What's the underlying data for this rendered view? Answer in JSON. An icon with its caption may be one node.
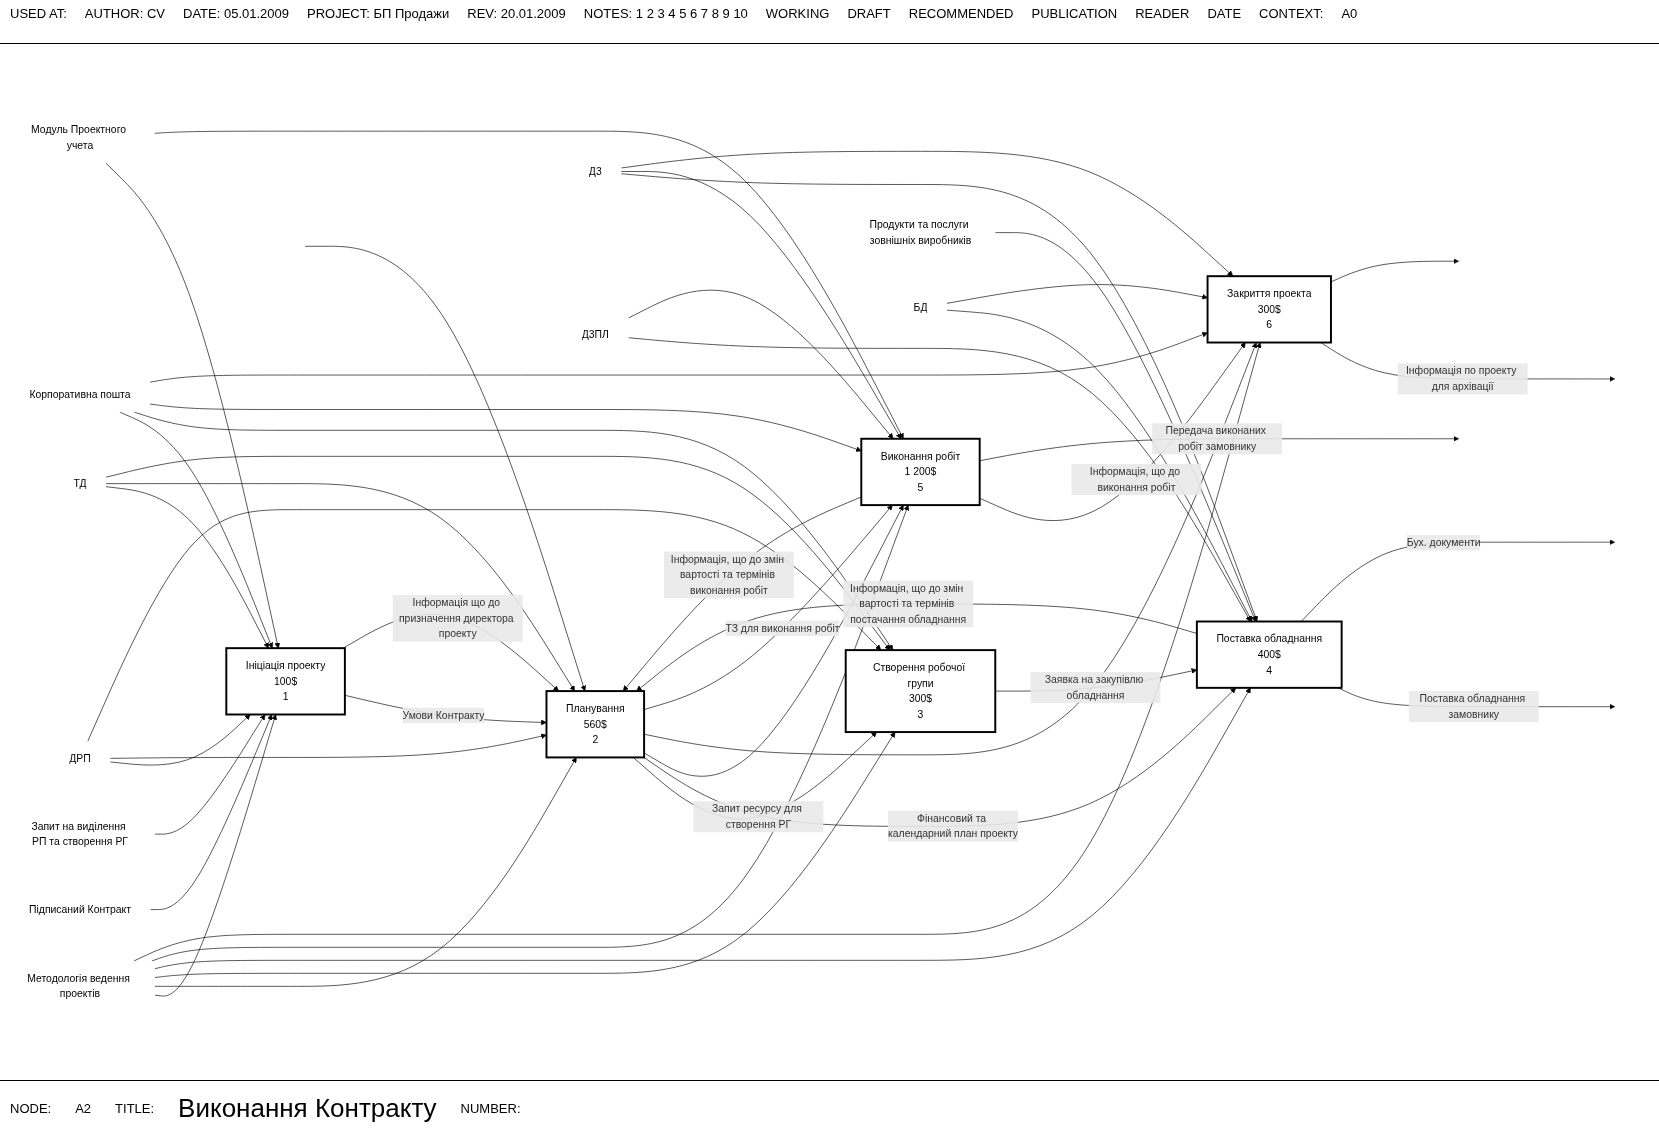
{
  "diagram": {
    "title": "Виконання Контракту",
    "nodes": [
      {
        "text": [
          "Ініціація проекту",
          "100$",
          "1"
        ]
      },
      {
        "text": [
          "Планування",
          "560$",
          "2"
        ]
      },
      {
        "text": [
          "Створення робочої групи",
          "300$",
          "3"
        ]
      },
      {
        "text": [
          "Поставка обладнання",
          "400$",
          "4"
        ]
      },
      {
        "text": [
          "Виконання робіт",
          "1 200$",
          "5"
        ]
      },
      {
        "text": [
          "Закриття проекта",
          "300$",
          "6"
        ]
      },
      {
        "text": [
          "Підписаний Контракт"
        ]
      },
      {
        "text": [
          "Запит на виділення РП та створення РГ"
        ]
      },
      {
        "text": [
          "Продукти та послуги зовнішніх виробників"
        ]
      },
      {
        "text": [
          "Методологія ведення проектів"
        ]
      },
      {
        "text": [
          "Модуль Проектного учета"
        ]
      },
      {
        "text": [
          "ДРП"
        ]
      },
      {
        "text": [
          "ТД"
        ]
      },
      {
        "text": [
          "Корпоративна пошта"
        ]
      },
      {
        "text": [
          "Д3"
        ]
      },
      {
        "text": [
          "Д3ПЛ"
        ]
      },
      {
        "text": [
          "БД"
        ]
      }
    ],
    "edges": [
      {
        "from": 6,
        "to": 0,
        "arrow": "to"
      },
      {
        "from": 7,
        "to": 0,
        "arrow": "to"
      },
      {
        "from": 8,
        "to": 3,
        "arrow": "to"
      },
      {
        "from": 9,
        "to": 0,
        "arrow": "to"
      },
      {
        "from": 9,
        "to": 1,
        "arrow": "to"
      },
      {
        "from": 9,
        "to": 2,
        "arrow": "to"
      },
      {
        "from": 9,
        "to": 3,
        "arrow": "to"
      },
      {
        "from": 9,
        "to": 4,
        "arrow": "to"
      },
      {
        "from": 9,
        "to": 5,
        "arrow": "to"
      },
      {
        "from": 0,
        "to": 1,
        "arrow": "to",
        "label": "Умови Контракту"
      },
      {
        "from": 0,
        "to": 1,
        "arrow": "to",
        "label": "Інформація що до призначення директора проекту"
      },
      {
        "from": 1,
        "to": 2,
        "arrow": "to",
        "label": "Запит ресурсу для створення РГ"
      },
      {
        "from": 1,
        "to": 3,
        "arrow": "to",
        "label": "Фінансовий та календарний план проекту"
      },
      {
        "from": 1,
        "to": 4,
        "arrow": "to"
      },
      {
        "from": 1,
        "to": 5,
        "arrow": "to"
      },
      {
        "from": 1,
        "to": 4,
        "arrow": "to",
        "label": "ТЗ для виконання робіт"
      },
      {
        "from": 2,
        "to": 3,
        "arrow": "to",
        "label": "Заявка на закупівлю обладнання"
      },
      {
        "from": 3,
        "to": null,
        "arrow": "to",
        "label": "Поставка обладнання замовнику"
      },
      {
        "from": 3,
        "to": null,
        "arrow": "to",
        "label": "Бух. документи"
      },
      {
        "from": 3,
        "to": 1,
        "arrow": "to",
        "label": "Інформація, що до змін вартості та термінів постачання обладнання"
      },
      {
        "from": 4,
        "to": 5,
        "arrow": "to",
        "label": "Інформація, що до виконання робіт"
      },
      {
        "from": 4,
        "to": null,
        "arrow": "to",
        "label": "Передача виконаних робіт замовнику"
      },
      {
        "from": 4,
        "to": 1,
        "arrow": "to",
        "label": "Інформація, що до змін вартості та термінів виконання робіт"
      },
      {
        "from": 5,
        "to": null,
        "arrow": "to",
        "label": "Інформація по проекту для архівації"
      },
      {
        "from": 5,
        "to": null,
        "arrow": "to"
      },
      {
        "from": 11,
        "to": 0,
        "arrow": "to"
      },
      {
        "from": 11,
        "to": 1,
        "arrow": "to"
      },
      {
        "from": 11,
        "to": 2,
        "arrow": "to"
      },
      {
        "from": 12,
        "to": 0,
        "arrow": "to"
      },
      {
        "from": 12,
        "to": 1,
        "arrow": "to"
      },
      {
        "from": 12,
        "to": 2,
        "arrow": "to"
      },
      {
        "from": 10,
        "to": 0,
        "arrow": "to"
      },
      {
        "from": 10,
        "to": 4,
        "arrow": "to"
      },
      {
        "from": 13,
        "to": 0,
        "arrow": "to"
      },
      {
        "from": 13,
        "to": 2,
        "arrow": "to"
      },
      {
        "from": 13,
        "to": 4,
        "arrow": "to"
      },
      {
        "from": 13,
        "to": 5,
        "arrow": "to"
      },
      {
        "from": null,
        "to": 1,
        "arrow": "to"
      },
      {
        "from": 14,
        "to": 3,
        "arrow": "to"
      },
      {
        "from": 14,
        "to": 4,
        "arrow": "to"
      },
      {
        "from": 14,
        "to": 5,
        "arrow": "to"
      },
      {
        "from": 15,
        "to": 3,
        "arrow": "to"
      },
      {
        "from": 15,
        "to": 4,
        "arrow": "to"
      },
      {
        "from": 16,
        "to": 3,
        "arrow": "to"
      },
      {
        "from": 16,
        "to": 5,
        "arrow": "to"
      }
    ],
    "labels": [
      "USED AT:",
      "AUTHOR: CV",
      "DATE: 05.01.2009",
      "PROJECT: БП Продажи",
      "REV: 20.01.2009",
      "NOTES: 1 2 3 4 5 6 7 8 9 10",
      "WORKING",
      "DRAFT",
      "RECOMMENDED",
      "PUBLICATION",
      "READER",
      "DATE",
      "CONTEXT:",
      "A0",
      "NODE:",
      "A2",
      "TITLE:",
      "NUMBER:"
    ]
  }
}
